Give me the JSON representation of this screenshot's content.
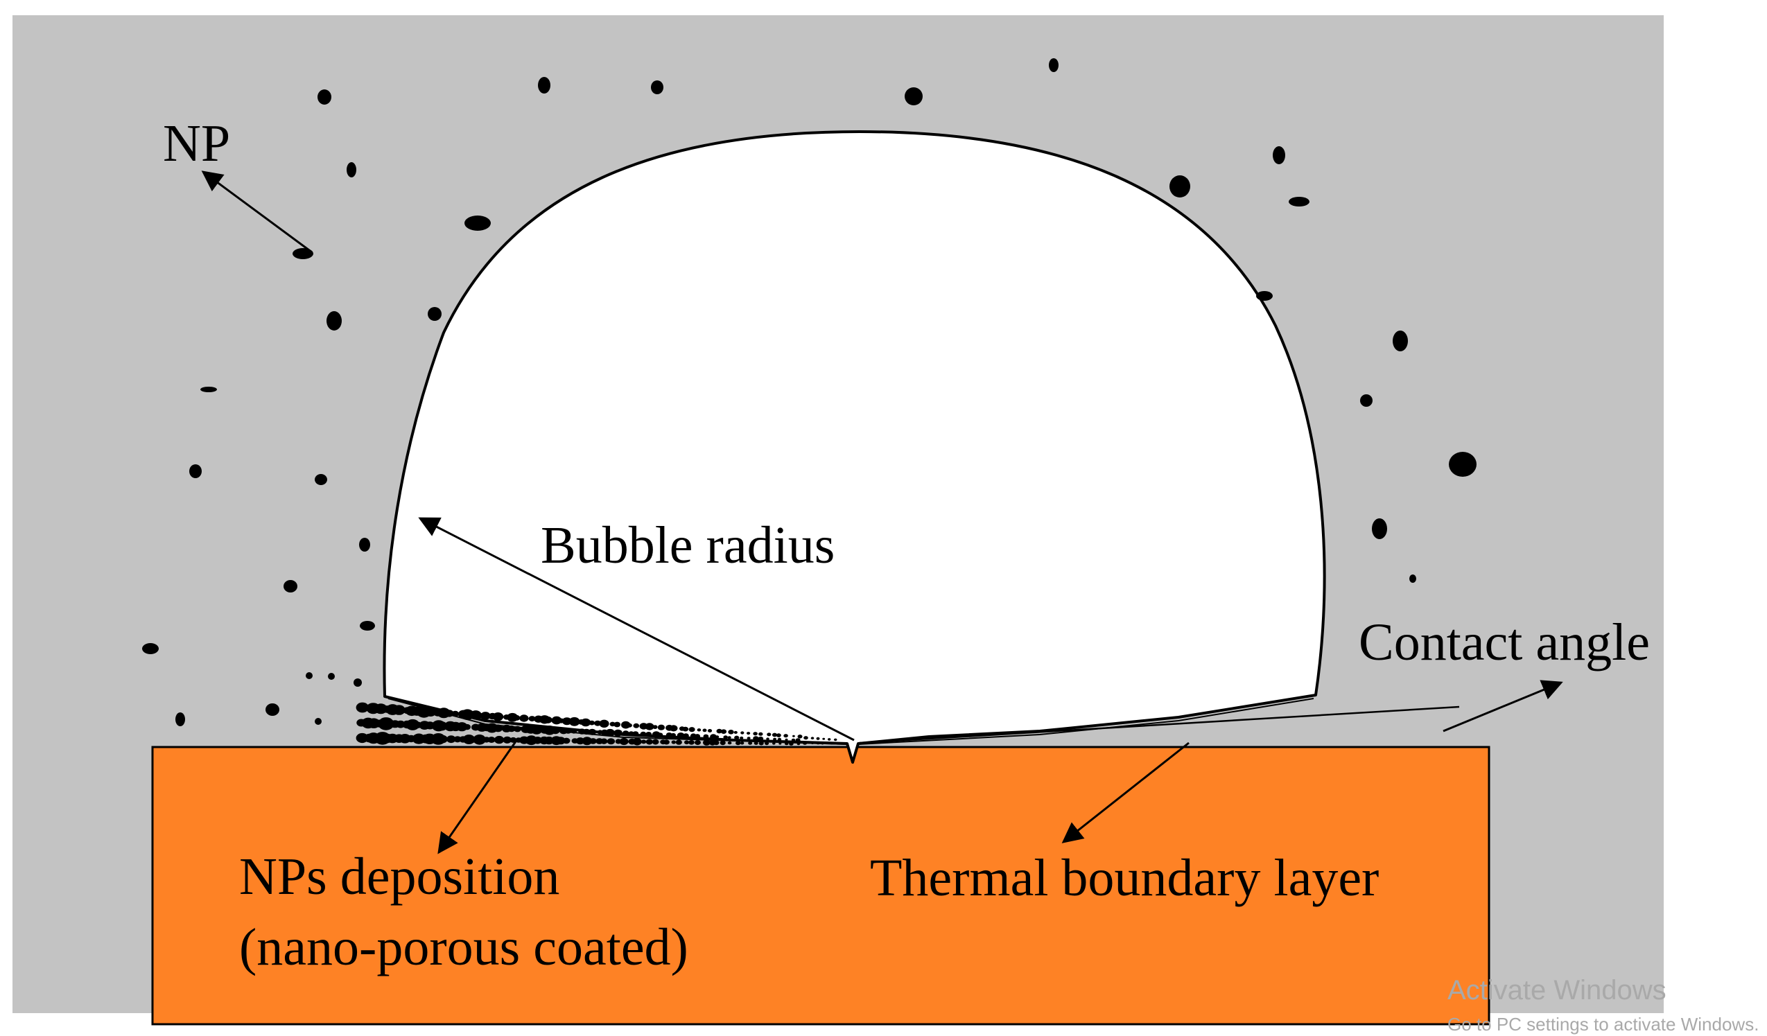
{
  "labels": {
    "np": "NP",
    "bubble_radius": "Bubble radius",
    "contact_angle": "Contact angle",
    "nps_deposition": "NPs deposition",
    "nano_porous": "(nano-porous coated)",
    "thermal_boundary": "Thermal boundary layer"
  },
  "watermark": {
    "line1": "Activate Windows",
    "line2": "Go to PC settings to activate Windows."
  },
  "colors": {
    "background": "#c3c3c3",
    "page": "#ffffff",
    "substrate": "#fe8225",
    "bubble": "#ffffff",
    "ink": "#000000"
  }
}
